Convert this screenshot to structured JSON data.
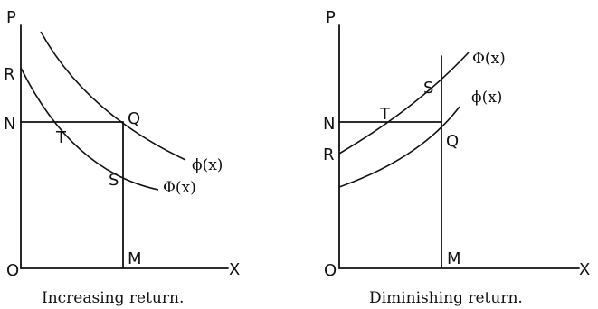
{
  "figures": [
    {
      "caption": "Increasing return.",
      "labels": {
        "P": "P",
        "R": "R",
        "N": "N",
        "T": "T",
        "Q": "Q",
        "S": "S",
        "O": "O",
        "M": "M",
        "X": "X",
        "phi": "ϕ(x)",
        "Phi": "Φ(x)"
      }
    },
    {
      "caption": "Diminishing return.",
      "labels": {
        "P": "P",
        "R": "R",
        "N": "N",
        "T": "T",
        "Q": "Q",
        "S": "S",
        "O": "O",
        "M": "M",
        "X": "X",
        "phi": "ϕ(x)",
        "Phi": "Φ(x)"
      }
    }
  ]
}
